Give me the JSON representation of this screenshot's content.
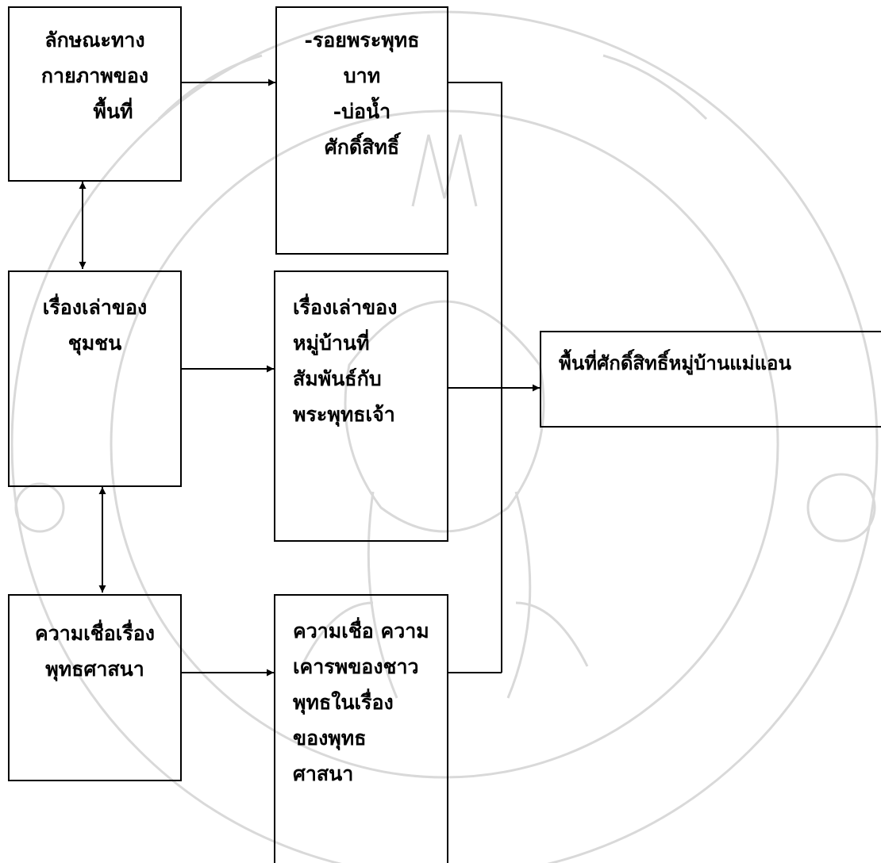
{
  "boxes": {
    "physical": {
      "lines": [
        "ลักษณะทาง",
        "กายภาพของ",
        "พื้นที่"
      ]
    },
    "footprint": {
      "lines": [
        "-รอยพระพุทธ",
        "บาท",
        "-บ่อน้ำ",
        "ศักดิ์สิทธิ์"
      ]
    },
    "community_story": {
      "lines": [
        "เรื่องเล่าของ",
        "ชุมชน"
      ]
    },
    "village_story": {
      "lines": [
        "เรื่องเล่าของ",
        "หมู่บ้านที่",
        "สัมพันธ์กับ",
        "พระพุทธเจ้า"
      ]
    },
    "buddhism_belief": {
      "lines": [
        "ความเชื่อเรื่อง",
        "พุทธศาสนา"
      ]
    },
    "faith": {
      "lines": [
        "ความเชื่อ ความ",
        "เคารพของชาว",
        "พุทธในเรื่อง",
        "ของพุทธ",
        "ศาสนา"
      ]
    },
    "sacred_area": {
      "lines": [
        "พื้นที่ศักดิ์สิทธิ์หมู่บ้านแม่แอน"
      ]
    }
  },
  "colors": {
    "line": "#000000",
    "watermark": "#d6d6d6"
  }
}
